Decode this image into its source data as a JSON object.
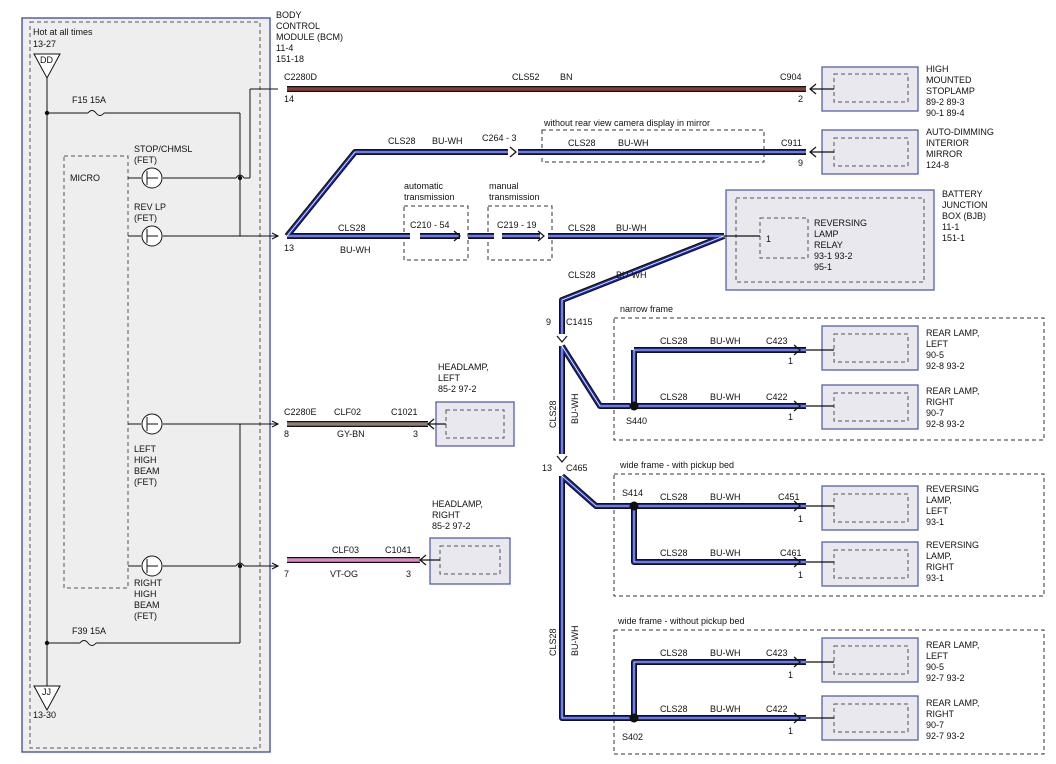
{
  "bcm": {
    "title": [
      "BODY",
      "CONTROL",
      "MODULE (BCM)"
    ],
    "refs": [
      "11-4",
      "151-18"
    ],
    "hot_label": "Hot at all times",
    "hot_ref_top": "13-27",
    "terminal_dd": "DD",
    "terminal_jj": "JJ",
    "hot_ref_bottom": "13-30",
    "fuse_top": "F15  15A",
    "fuse_bottom": "F39  15A",
    "micro_label": "MICRO",
    "fet_stop": [
      "STOP/CHMSL",
      "(FET)"
    ],
    "fet_rev": [
      "REV LP",
      "(FET)"
    ],
    "fet_left": [
      "LEFT",
      "HIGH",
      "BEAM",
      "(FET)"
    ],
    "fet_right": [
      "RIGHT",
      "HIGH",
      "BEAM",
      "(FET)"
    ]
  },
  "wires": {
    "stoplamp": {
      "from_conn": "C2280D",
      "from_pin": "14",
      "circuit": "CLS52",
      "color": "BN",
      "to_conn": "C904",
      "to_pin": "2"
    },
    "mirror": {
      "circuit1": "CLS28",
      "color1": "BU-WH",
      "inline_conn": "C264 - 3",
      "option": "without rear view camera display in mirror",
      "circuit2": "CLS28",
      "color2": "BU-WH",
      "to_conn": "C911",
      "to_pin": "9"
    },
    "reverse": {
      "from_pin": "13",
      "circuit": "CLS28",
      "color": "BU-WH",
      "auto_label": [
        "automatic",
        "transmission"
      ],
      "auto_conn": "C210 - 54",
      "manual_label": [
        "manual",
        "transmission"
      ],
      "manual_conn": "C219 - 19",
      "circuit2": "CLS28",
      "color2": "BU-WH"
    },
    "to_rear": {
      "circuit": "CLS28",
      "color": "BU-WH"
    },
    "headlamp_left": {
      "from_conn": "C2280E",
      "from_pin": "8",
      "circuit": "CLF02",
      "color": "GY-BN",
      "to_conn": "C1021",
      "to_pin": "3"
    },
    "headlamp_right": {
      "from_pin": "7",
      "circuit": "CLF03",
      "color": "VT-OG",
      "to_conn": "C1041",
      "to_pin": "3"
    },
    "narrow_trunk": {
      "circuit": "CLS28",
      "color": "BU-WH"
    },
    "wide_trunk": {
      "circuit": "CLS28",
      "color": "BU-WH"
    }
  },
  "components": {
    "stoplamp": {
      "name": [
        "HIGH",
        "MOUNTED",
        "STOPLAMP"
      ],
      "refs": [
        "89-2   89-3",
        "90-1   89-4"
      ]
    },
    "mirror": {
      "name": [
        "AUTO-DIMMING",
        "INTERIOR",
        "MIRROR"
      ],
      "refs": [
        "124-8"
      ]
    },
    "bjb": {
      "name": [
        "BATTERY",
        "JUNCTION",
        "BOX (BJB)"
      ],
      "refs": [
        "11-1",
        "151-1"
      ],
      "relay_pin": "1",
      "relay_name": [
        "REVERSING",
        "LAMP",
        "RELAY"
      ],
      "relay_refs": [
        "93-1     93-2",
        "95-1"
      ]
    },
    "headlamp_left": {
      "name": [
        "HEADLAMP,",
        "LEFT"
      ],
      "refs": "85-2     97-2"
    },
    "headlamp_right": {
      "name": [
        "HEADLAMP,",
        "RIGHT"
      ],
      "refs": "85-2     97-2"
    }
  },
  "narrow": {
    "frame_label": "narrow frame",
    "conn_pin": "9",
    "conn": "C1415",
    "splice": "S440",
    "left": {
      "circuit": "CLS28",
      "color": "BU-WH",
      "conn": "C423",
      "pin": "1",
      "name": [
        "REAR LAMP,",
        "LEFT"
      ],
      "refs": [
        "90-5",
        "92-8     93-2"
      ]
    },
    "right": {
      "circuit": "CLS28",
      "color": "BU-WH",
      "conn": "C422",
      "pin": "1",
      "name": [
        "REAR LAMP,",
        "RIGHT"
      ],
      "refs": [
        "90-7",
        "92-8     93-2"
      ]
    }
  },
  "wide_pickup": {
    "frame_label": "wide frame - with pickup bed",
    "conn_pin": "13",
    "conn": "C465",
    "splice": "S414",
    "left": {
      "circuit": "CLS28",
      "color": "BU-WH",
      "conn": "C451",
      "pin": "1",
      "name": [
        "REVERSING",
        "LAMP,",
        "LEFT"
      ],
      "refs": [
        "93-1"
      ]
    },
    "right": {
      "circuit": "CLS28",
      "color": "BU-WH",
      "conn": "C461",
      "pin": "1",
      "name": [
        "REVERSING",
        "LAMP,",
        "RIGHT"
      ],
      "refs": [
        "93-1"
      ]
    }
  },
  "wide_no_pickup": {
    "frame_label": "wide frame - without pickup bed",
    "splice": "S402",
    "left": {
      "circuit": "CLS28",
      "color": "BU-WH",
      "conn": "C423",
      "pin": "1",
      "name": [
        "REAR LAMP,",
        "LEFT"
      ],
      "refs": [
        "90-5",
        "92-7     93-2"
      ]
    },
    "right": {
      "circuit": "CLS28",
      "color": "BU-WH",
      "conn": "C422",
      "pin": "1",
      "name": [
        "REAR LAMP,",
        "RIGHT"
      ],
      "refs": [
        "90-7",
        "92-7     93-2"
      ]
    }
  },
  "colors": {
    "wire_blue": "#1f2fb0",
    "wire_brown": "#8a3b35",
    "wire_gray_brown": "#8d7d72",
    "wire_violet_orange": "#d98bc4",
    "module_fill": "#eeeeee",
    "component_fill": "#e8e8ee",
    "component_border": "#5560a8"
  }
}
